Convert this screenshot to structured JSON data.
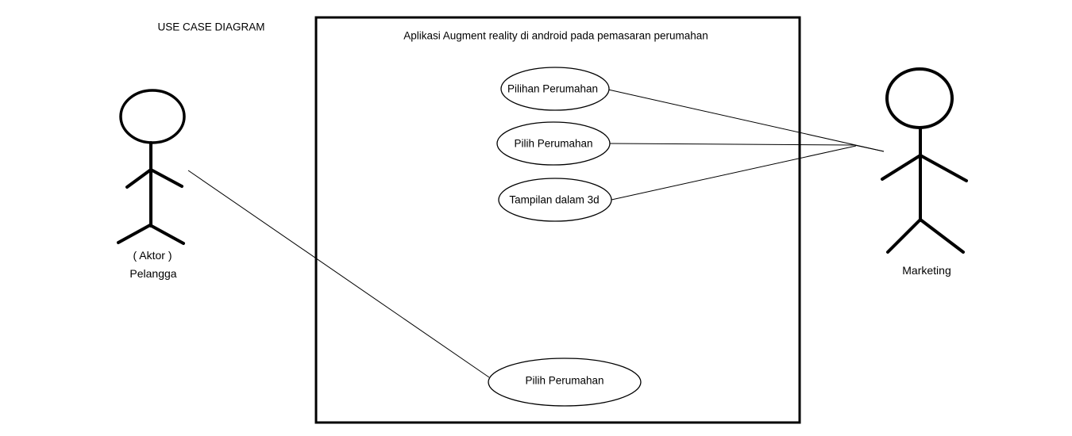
{
  "diagram": {
    "title": "USE CASE DIAGRAM",
    "system_boundary": {
      "title": "Aplikasi Augment reality di android pada pemasaran perumahan"
    },
    "use_cases": [
      {
        "id": "uc-pilihan-perumahan",
        "label": "Pilihan Perumahan"
      },
      {
        "id": "uc-pilih-perumahan",
        "label": "Pilih Perumahan"
      },
      {
        "id": "uc-tampilan-dalam-3d",
        "label": "Tampilan dalam 3d"
      },
      {
        "id": "uc-pilih-perumahan-bottom",
        "label": "Pilih Perumahan"
      }
    ],
    "actors": [
      {
        "id": "actor-pelangga",
        "label_line1": "( Aktor )",
        "label_line2": "Pelangga",
        "side": "left"
      },
      {
        "id": "actor-marketing",
        "label": "Marketing",
        "side": "right"
      }
    ],
    "associations": [
      {
        "from": "Pelangga",
        "to": "Pilih Perumahan (bottom)"
      },
      {
        "from": "Pilihan Perumahan",
        "to": "Marketing"
      },
      {
        "from": "Pilih Perumahan",
        "to": "Marketing"
      },
      {
        "from": "Tampilan dalam 3d",
        "to": "Marketing"
      }
    ],
    "colors": {
      "background": "#ffffff",
      "line": "#000000",
      "text": "#000000"
    }
  }
}
